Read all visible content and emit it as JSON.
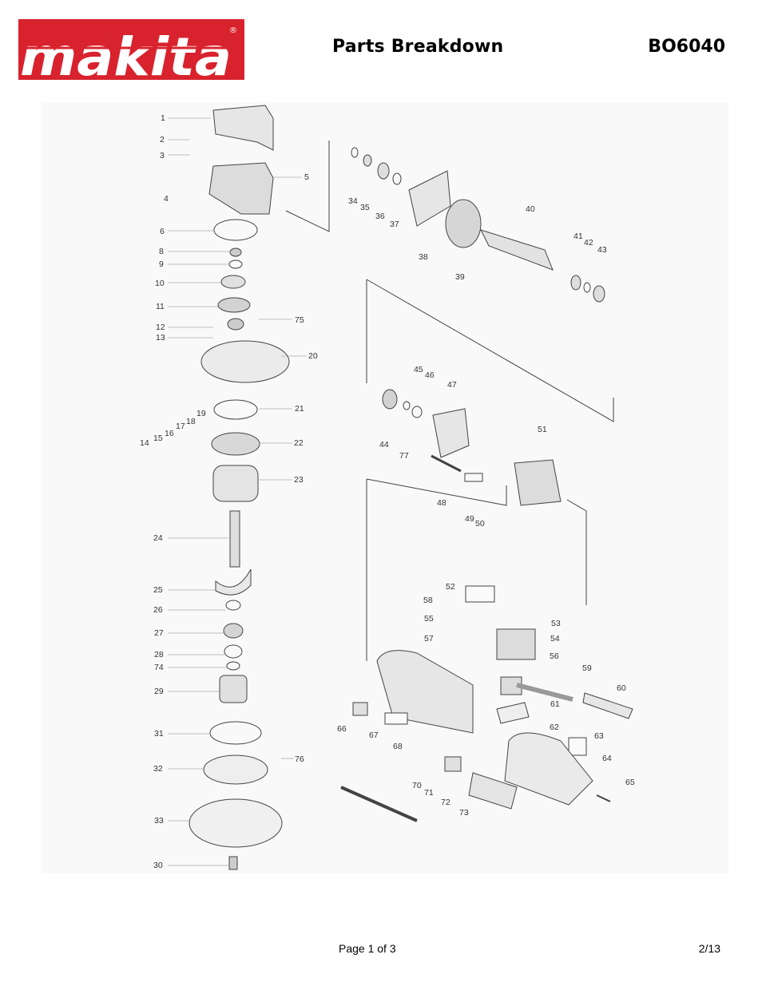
{
  "header": {
    "brand": "makita",
    "registered_mark": "®",
    "title": "Parts Breakdown",
    "model": "BO6040"
  },
  "diagram": {
    "callouts": [
      "1",
      "2",
      "3",
      "4",
      "5",
      "6",
      "8",
      "9",
      "10",
      "11",
      "12",
      "13",
      "14",
      "15",
      "16",
      "17",
      "18",
      "19",
      "20",
      "21",
      "22",
      "23",
      "24",
      "25",
      "26",
      "27",
      "28",
      "29",
      "30",
      "31",
      "32",
      "33",
      "34",
      "35",
      "36",
      "37",
      "38",
      "39",
      "40",
      "41",
      "42",
      "43",
      "44",
      "45",
      "46",
      "47",
      "48",
      "49",
      "50",
      "51",
      "52",
      "53",
      "54",
      "55",
      "56",
      "57",
      "58",
      "59",
      "60",
      "61",
      "62",
      "63",
      "64",
      "65",
      "66",
      "67",
      "68",
      "70",
      "71",
      "72",
      "73",
      "74",
      "75",
      "76",
      "77"
    ]
  },
  "footer": {
    "page": "Page 1 of 3",
    "date": "2/13"
  },
  "colors": {
    "brand_red": "#d8232e",
    "line": "#444444"
  }
}
